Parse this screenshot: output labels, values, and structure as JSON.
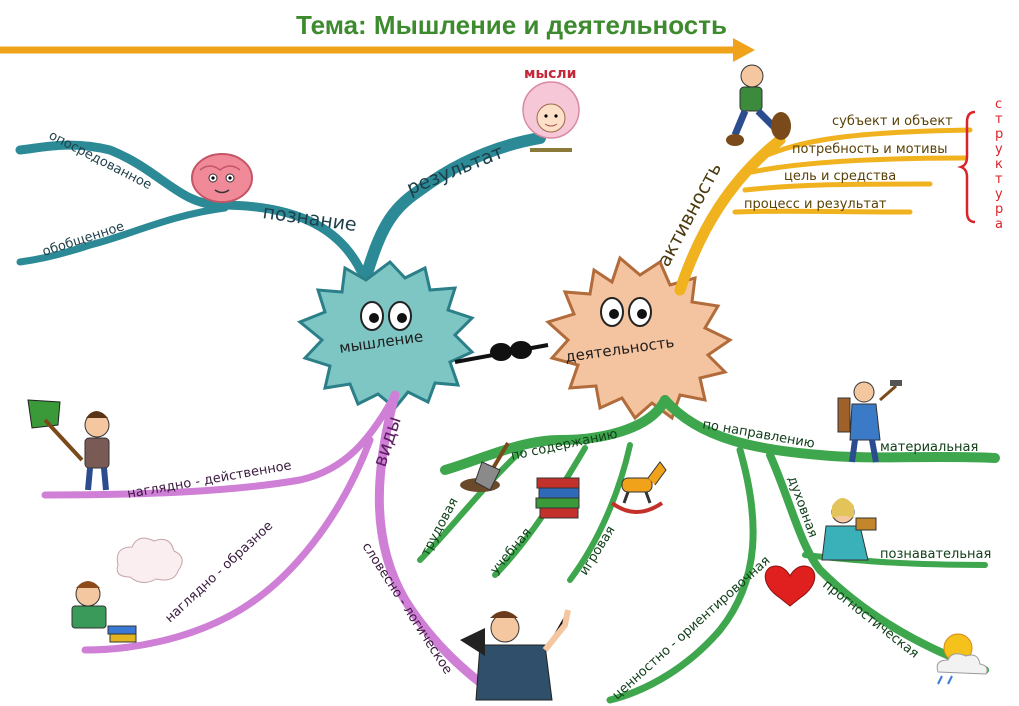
{
  "title": "Тема: Мышление и деятельность",
  "colors": {
    "title": "#3e8b2f",
    "arrow": "#f0a21b",
    "thinking_branch": "#2b8a96",
    "thinking_blob": "#7ec6c4",
    "activity_blob": "#f4c39f",
    "activity_branch": "#f0b21e",
    "types_branch": "#cf7fd6",
    "directions_branch": "#3ea64d",
    "structure_text": "#d9242a"
  },
  "center": {
    "thinking": "мышление",
    "activity": "деятельность"
  },
  "thinking": {
    "cognition": "познание",
    "result": "результат",
    "mediated": "опосредованное",
    "generalized": "обобщенное",
    "thoughts": "мысли"
  },
  "activity_branch": {
    "label": "активность",
    "items": [
      "субъект и объект",
      "потребность и мотивы",
      "цель и средства",
      "процесс и результат"
    ],
    "structure_label": "структура"
  },
  "types": {
    "label": "виды",
    "visual_action": "наглядно - действенное",
    "visual_figurative": "наглядно - образное",
    "verbal_logical": "словесно - логическое"
  },
  "by_content": {
    "label": "по содержанию",
    "items": [
      "трудовая",
      "учебная",
      "игровая"
    ]
  },
  "by_direction": {
    "label": "по направлению",
    "material": "материальная",
    "spiritual": "духовная",
    "cognitive": "познавательная",
    "prognostic": "прогностическая",
    "value_orienting": "ценностно - ориентировочная"
  }
}
